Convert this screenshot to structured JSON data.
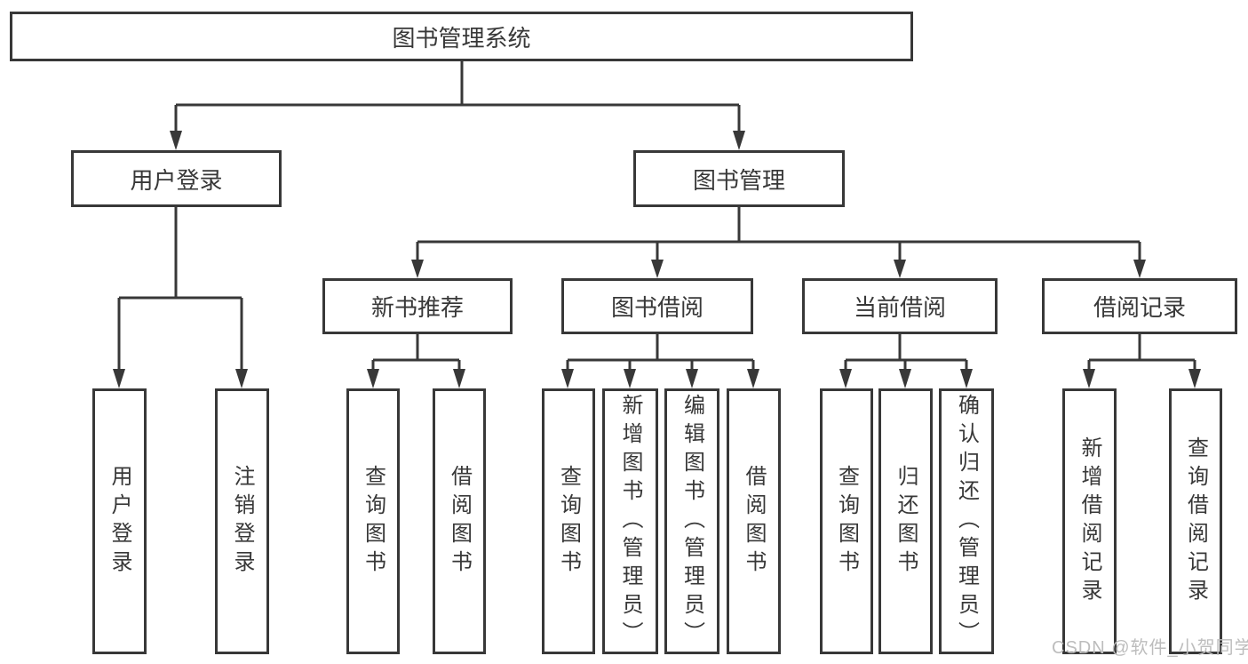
{
  "tree": {
    "label": "图书管理系统",
    "children": [
      {
        "label": "用户登录",
        "children": [
          {
            "label": "用户登录"
          },
          {
            "label": "注销登录"
          }
        ]
      },
      {
        "label": "图书管理",
        "children": [
          {
            "label": "新书推荐",
            "children": [
              {
                "label": "查询图书"
              },
              {
                "label": "借阅图书"
              }
            ]
          },
          {
            "label": "图书借阅",
            "children": [
              {
                "label": "查询图书"
              },
              {
                "label": "新增图书（管理员）"
              },
              {
                "label": "编辑图书（管理员）"
              },
              {
                "label": "借阅图书"
              }
            ]
          },
          {
            "label": "当前借阅",
            "children": [
              {
                "label": "查询图书"
              },
              {
                "label": "归还图书"
              },
              {
                "label": "确认归还（管理员）"
              }
            ]
          },
          {
            "label": "借阅记录",
            "children": [
              {
                "label": "新增借阅记录"
              },
              {
                "label": "查询借阅记录"
              }
            ]
          }
        ]
      }
    ]
  },
  "watermark": {
    "text": "CSDN @软件_小贺同学"
  },
  "colors": {
    "line": "#383838",
    "text": "#383838",
    "watermark": "#bdbdbd",
    "bg": "#ffffff"
  }
}
